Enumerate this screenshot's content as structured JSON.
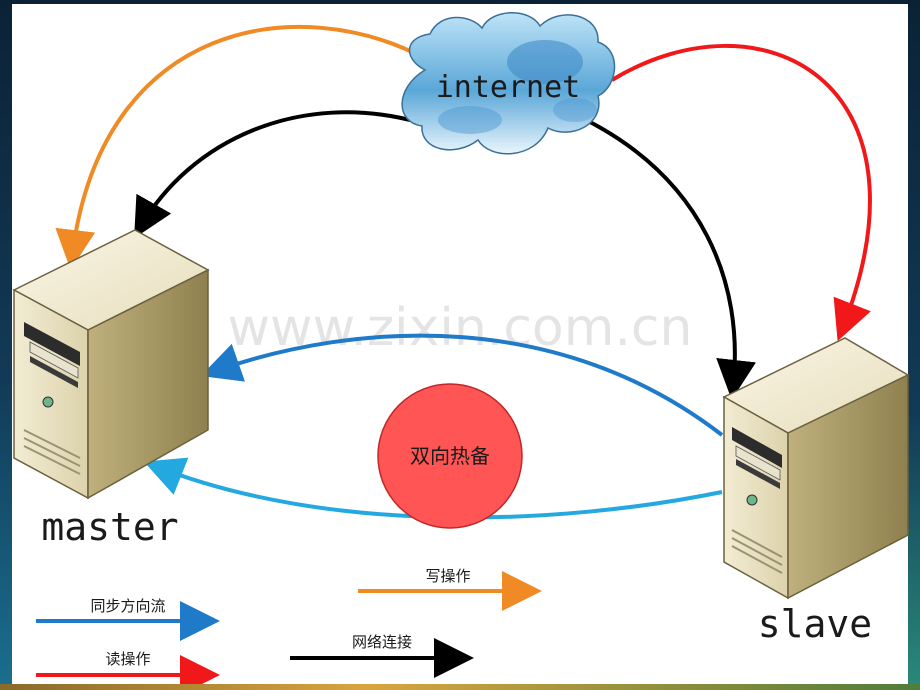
{
  "cloud": {
    "label": "internet"
  },
  "servers": {
    "master": {
      "label": "master"
    },
    "slave": {
      "label": "slave"
    }
  },
  "center": {
    "label": "双向热备",
    "color": "#ff5555"
  },
  "watermark": "www.zixin.com.cn",
  "legend": {
    "sync": {
      "label": "同步方向流",
      "color": "#1f7ac9"
    },
    "read": {
      "label": "读操作",
      "color": "#f01818"
    },
    "write": {
      "label": "写操作",
      "color": "#f08a24"
    },
    "network": {
      "label": "网络连接",
      "color": "#000000"
    }
  }
}
